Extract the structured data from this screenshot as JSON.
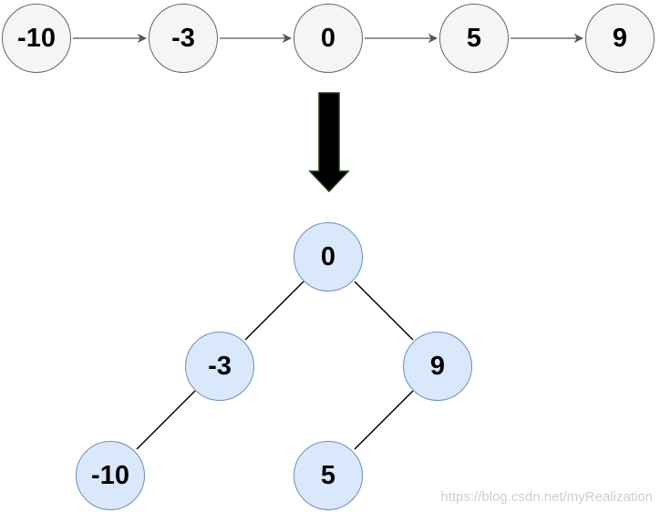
{
  "linked_list": {
    "nodes": [
      "-10",
      "-3",
      "0",
      "5",
      "9"
    ]
  },
  "tree": {
    "root": "0",
    "left": "-3",
    "right": "9",
    "left_left": "-10",
    "right_left": "5"
  },
  "watermark": "https://blog.csdn.net/myRealization",
  "colors": {
    "list_fill": "#f5f5f5",
    "list_stroke": "#666666",
    "tree_fill": "#dae8fc",
    "tree_stroke": "#6c8ebf",
    "arrow": "#000000"
  }
}
